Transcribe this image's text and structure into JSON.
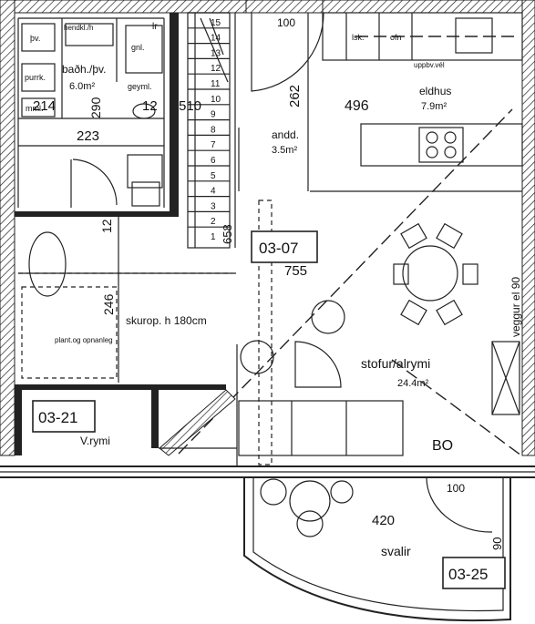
{
  "rooms": {
    "bath": {
      "name": "baðh./þv.",
      "area": "6.0m²"
    },
    "hall": {
      "name": "andd.",
      "area": "3.5m²"
    },
    "kitchen": {
      "name": "eldhus",
      "area": "7.9m²"
    },
    "living": {
      "name": "stofur/alrymi",
      "area": "24.4m²"
    },
    "storage": {
      "name": "V.rymi"
    },
    "balcony": {
      "name": "svalir"
    },
    "skurop": {
      "name": "skurop. h 180cm"
    }
  },
  "unit_ids": {
    "main": "03-07",
    "storage": "03-21",
    "balcony": "03-25"
  },
  "dimensions": {
    "d214": "214",
    "d290": "290",
    "d12a": "12",
    "d510": "510",
    "d223": "223",
    "d262": "262",
    "d496": "496",
    "d100_top": "100",
    "d12b": "12",
    "d658": "658",
    "d755": "755",
    "d246": "246",
    "d420": "420",
    "d100_bottom": "100",
    "d90": "90",
    "wall_height": "veggur el 90"
  },
  "fixtures": {
    "thv": "þv.",
    "hendklaedi": "hendkl./h",
    "lr": "lr",
    "gnl": "gnl.",
    "purrk": "purrk.",
    "geyml": "geyml.",
    "mml": "mml.",
    "plant": "plant.og opnanleg",
    "lsk": "lsk.",
    "ofn": "ofn",
    "uppbv": "uppbv.vél",
    "bo": "BO"
  },
  "stairs": {
    "steps": [
      "15",
      "14",
      "13",
      "12",
      "11",
      "10",
      "9",
      "8",
      "7",
      "6",
      "5",
      "4",
      "3",
      "2",
      "1"
    ]
  }
}
